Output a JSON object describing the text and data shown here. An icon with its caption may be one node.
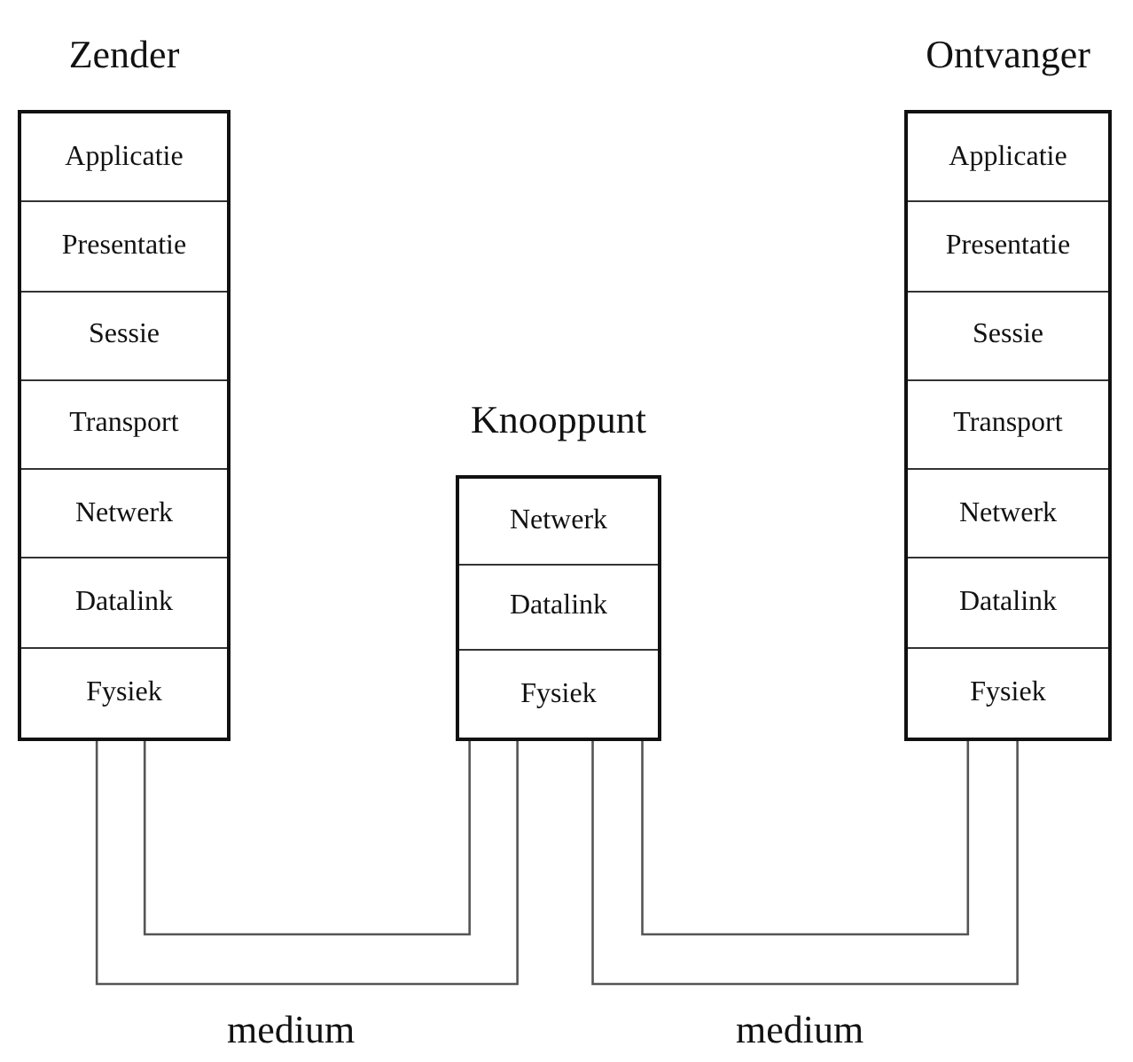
{
  "diagram": {
    "nodes": [
      {
        "text": [
          "Zender"
        ]
      },
      {
        "text": [
          "Applicatie"
        ],
        "in": 0
      },
      {
        "text": [
          "Presentatie"
        ],
        "in": 0
      },
      {
        "text": [
          "Sessie"
        ],
        "in": 0
      },
      {
        "text": [
          "Transport"
        ],
        "in": 0
      },
      {
        "text": [
          "Netwerk"
        ],
        "in": 0
      },
      {
        "text": [
          "Datalink"
        ],
        "in": 0
      },
      {
        "text": [
          "Fysiek"
        ],
        "in": 0
      },
      {
        "text": [
          "Knooppunt"
        ]
      },
      {
        "text": [
          "Netwerk"
        ],
        "in": 8
      },
      {
        "text": [
          "Datalink"
        ],
        "in": 8
      },
      {
        "text": [
          "Fysiek"
        ],
        "in": 8
      },
      {
        "text": [
          "Ontvanger"
        ]
      },
      {
        "text": [
          "Applicatie"
        ],
        "in": 12
      },
      {
        "text": [
          "Presentatie"
        ],
        "in": 12
      },
      {
        "text": [
          "Sessie"
        ],
        "in": 12
      },
      {
        "text": [
          "Transport"
        ],
        "in": 12
      },
      {
        "text": [
          "Netwerk"
        ],
        "in": 12
      },
      {
        "text": [
          "Datalink"
        ],
        "in": 12
      },
      {
        "text": [
          "Fysiek"
        ],
        "in": 12
      }
    ],
    "edges": [
      {
        "from": 7,
        "to": 11,
        "arrow": "none"
      },
      {
        "from": 7,
        "to": 11,
        "arrow": "none"
      },
      {
        "from": 11,
        "to": 19,
        "arrow": "none"
      },
      {
        "from": 11,
        "to": 19,
        "arrow": "none"
      }
    ],
    "labels": [
      "medium",
      "medium"
    ]
  }
}
